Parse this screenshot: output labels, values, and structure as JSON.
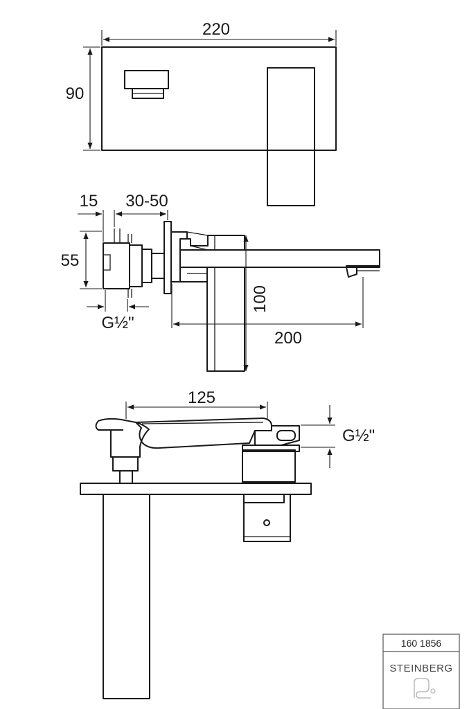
{
  "dimensions": {
    "top_width": "220",
    "top_height": "90",
    "side_wall_offset": "15",
    "side_depth_range": "30-50",
    "side_body_height": "55",
    "side_spout_height": "100",
    "side_spout_projection": "200",
    "side_thread": "G½\"",
    "bottom_spout_length": "125",
    "bottom_thread": "G½\""
  },
  "titleblock": {
    "article_number": "160 1856",
    "brand": "STEINBERG"
  },
  "icons": {
    "brand_logo": "steinberg-logo-icon"
  }
}
